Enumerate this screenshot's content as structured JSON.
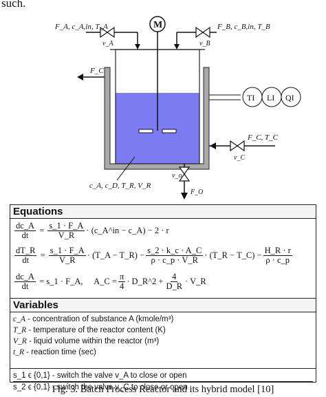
{
  "top_fragment": "such.",
  "diagram": {
    "inlet_a": "F_A, c_A,in, T_A",
    "inlet_b": "F_B, c_B,in, T_B",
    "valve_a": "v_A",
    "valve_b": "v_B",
    "valve_c": "v_C",
    "valve_o": "v_o",
    "outflow": "F_C",
    "coolant": "F_C, T_C",
    "outlet": "F_O",
    "state": "c_A, c_D, T_R, V_R",
    "motor": "M",
    "sensors": [
      "TI",
      "LI",
      "QI"
    ]
  },
  "equations_header": "Equations",
  "equations": {
    "eq1": {
      "lhs_num": "dc_A",
      "lhs_den": "dt",
      "t1_num": "s_1 · F_A",
      "t1_den": "V_R",
      "rest": "· (c_A^in − c_A) − 2 · r"
    },
    "eq2": {
      "lhs_num": "dT_R",
      "lhs_den": "dt",
      "t1_num": "s_1 · F_A",
      "t1_den": "V_R",
      "mid": "· (T_A − T_R) −",
      "t2_num": "s_2 · k_c · A_C",
      "t2_den": "ρ · c_p · V_R",
      "mid2": "· (T_R − T_C) −",
      "t3_num": "H_R · r",
      "t3_den": "ρ · c_p"
    },
    "eq3": {
      "lhs_num": "dc_A",
      "lhs_den": "dt",
      "rhs": "= s_1 · F_A,",
      "ac": "A_C =",
      "f1_num": "π",
      "f1_den": "4",
      "mid": "· D_R^2 +",
      "f2_num": "4",
      "f2_den": "D_R",
      "tail": "· V_R"
    }
  },
  "variables_header": "Variables",
  "variables": [
    {
      "sym": "c_A",
      "desc": " - concentration of substance A (kmole/m³)"
    },
    {
      "sym": "T_R",
      "desc": " - temperature of the reactor content (K)"
    },
    {
      "sym": "V_R",
      "desc": " - liquid volume within the reactor (m³)"
    },
    {
      "sym": "t_R",
      "desc": " - reaction time (sec)"
    }
  ],
  "switches": [
    {
      "text": "s_1 ϵ {0,1} - switch the valve v_A to close or open"
    },
    {
      "text": "s_2 ϵ {0,1} - switch the valve v_C to close or open"
    }
  ],
  "caption": "Fig. 3. Batch Process Reactor and its hybrid model [10]"
}
